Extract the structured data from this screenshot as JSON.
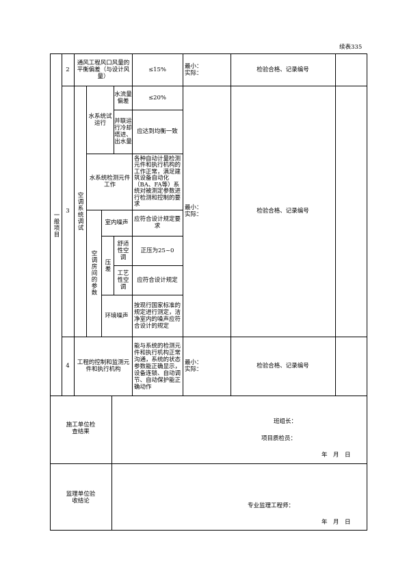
{
  "header": {
    "continuation": "续表335"
  },
  "general_items_label": "一般项目",
  "rows": [
    {
      "no": "2",
      "item": "通风工程风口风量的平衡偏差（与设计风量）",
      "requirement": "≤15%",
      "measure": "最小：\n实际：",
      "result": "检验合格、记录编号"
    }
  ],
  "row3": {
    "no": "3",
    "group": "空调系统调试",
    "water_system": "水系统试运行",
    "water_flow": "水流量偏差",
    "water_flow_req": "≤20%",
    "tower": "并联运行冷却塔进、出水量",
    "tower_req": "应达到均衡一致",
    "monitor": "水系统检测元件工作",
    "monitor_req": "各种自动计量检测元件和执行机构的工作正常，满足建筑设备自动化（BA、FA等）系统对被测定参数进行检测和控制的要求",
    "room_params": "空调房间的参数",
    "noise_indoor": "室内噪声",
    "noise_indoor_req": "应符合设计规定要求",
    "pressure": "压差",
    "comfort": "舒适性空调",
    "comfort_req": "正压为25~0",
    "process": "工艺性空调",
    "process_req": "应符合设计规定",
    "env_noise": "环境噪声",
    "env_noise_req": "按现行国家标准的规定进行测定，洁净室内的噪声应符合设计的规定",
    "measure": "最小：\n实际：",
    "result": "检验合格、记录编号"
  },
  "row4": {
    "no": "4",
    "item": "工程的控制和监测元件和执行机构",
    "requirement": "能与系统的检测元件和执行机构正常沟通，系统的状态参数能正确显示，设备连锁、自动调节、自动保护能正确动作",
    "measure": "最小：\n实际：",
    "result": "检验合格、记录编号"
  },
  "construction": {
    "label": "施工单位检查结果",
    "leader": "班组长：",
    "inspector": "项目质检员：",
    "date": "年　月　日"
  },
  "supervision": {
    "label": "监理单位验收结论",
    "engineer": "专业监理工程师：",
    "date": "年　月　日"
  }
}
